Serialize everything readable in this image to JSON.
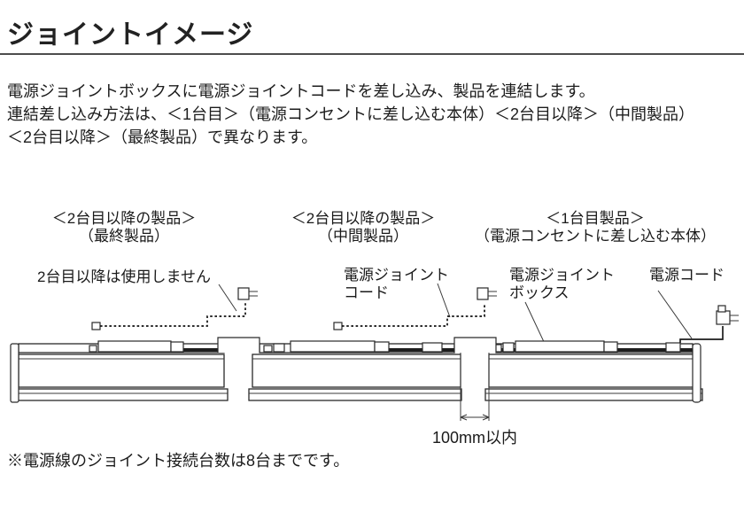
{
  "page": {
    "title": "ジョイントイメージ"
  },
  "intro": {
    "line1": "電源ジョイントボックスに電源ジョイントコードを差し込み、製品を連結します。",
    "line2": "連結差し込み方法は、＜1台目＞（電源コンセントに差し込む本体）＜2台目以降＞（中間製品）",
    "line3": "＜2台目以降＞（最終製品）で異なります。"
  },
  "diagram": {
    "products": {
      "final": {
        "title": "＜2台目以降の製品＞",
        "subtitle": "（最終製品）"
      },
      "middle": {
        "title": "＜2台目以降の製品＞",
        "subtitle": "（中間製品）"
      },
      "first": {
        "title": "＜1台目製品＞",
        "subtitle": "（電源コンセントに差し込む本体）"
      }
    },
    "callouts": {
      "unused": "2台目以降は使用しません",
      "joint_cord_line1": "電源ジョイント",
      "joint_cord_line2": "コード",
      "joint_box_line1": "電源ジョイント",
      "joint_box_line2": "ボックス",
      "power_cord": "電源コード"
    },
    "dimension": "100mm以内"
  },
  "note": "※電源線のジョイント接続台数は8台までです。",
  "colors": {
    "ink": "#1a1a1a",
    "line": "#2a2a2a",
    "background": "#ffffff"
  }
}
